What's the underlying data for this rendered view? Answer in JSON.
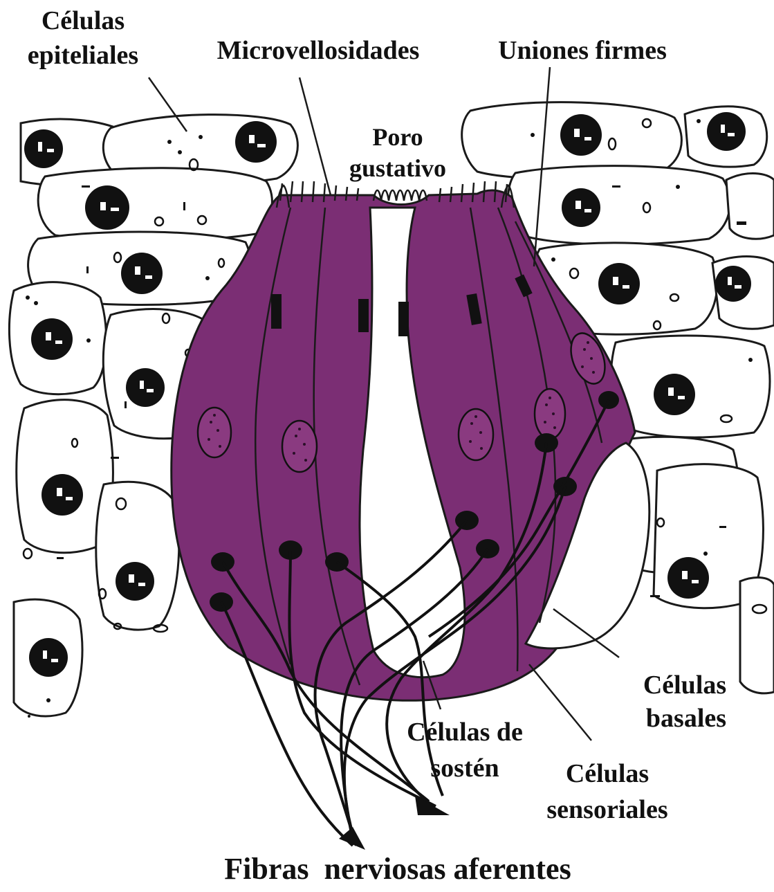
{
  "colors": {
    "sensory_cells": "#7b2e74",
    "outline": "#1a1a1a",
    "background": "#ffffff"
  },
  "labels": {
    "epithelial_cells": [
      "Células",
      "epiteliales"
    ],
    "microvilli": "Microvellosidades",
    "tight_junctions": "Uniones firmes",
    "taste_pore": [
      "Poro",
      "gustativo"
    ],
    "basal_cells": [
      "Células",
      "basales"
    ],
    "support_cells": [
      "Células de",
      "sostén"
    ],
    "sensory_cells": [
      "Células",
      "sensoriales"
    ],
    "afferent_fibers": "Fibras  nerviosas aferentes"
  }
}
